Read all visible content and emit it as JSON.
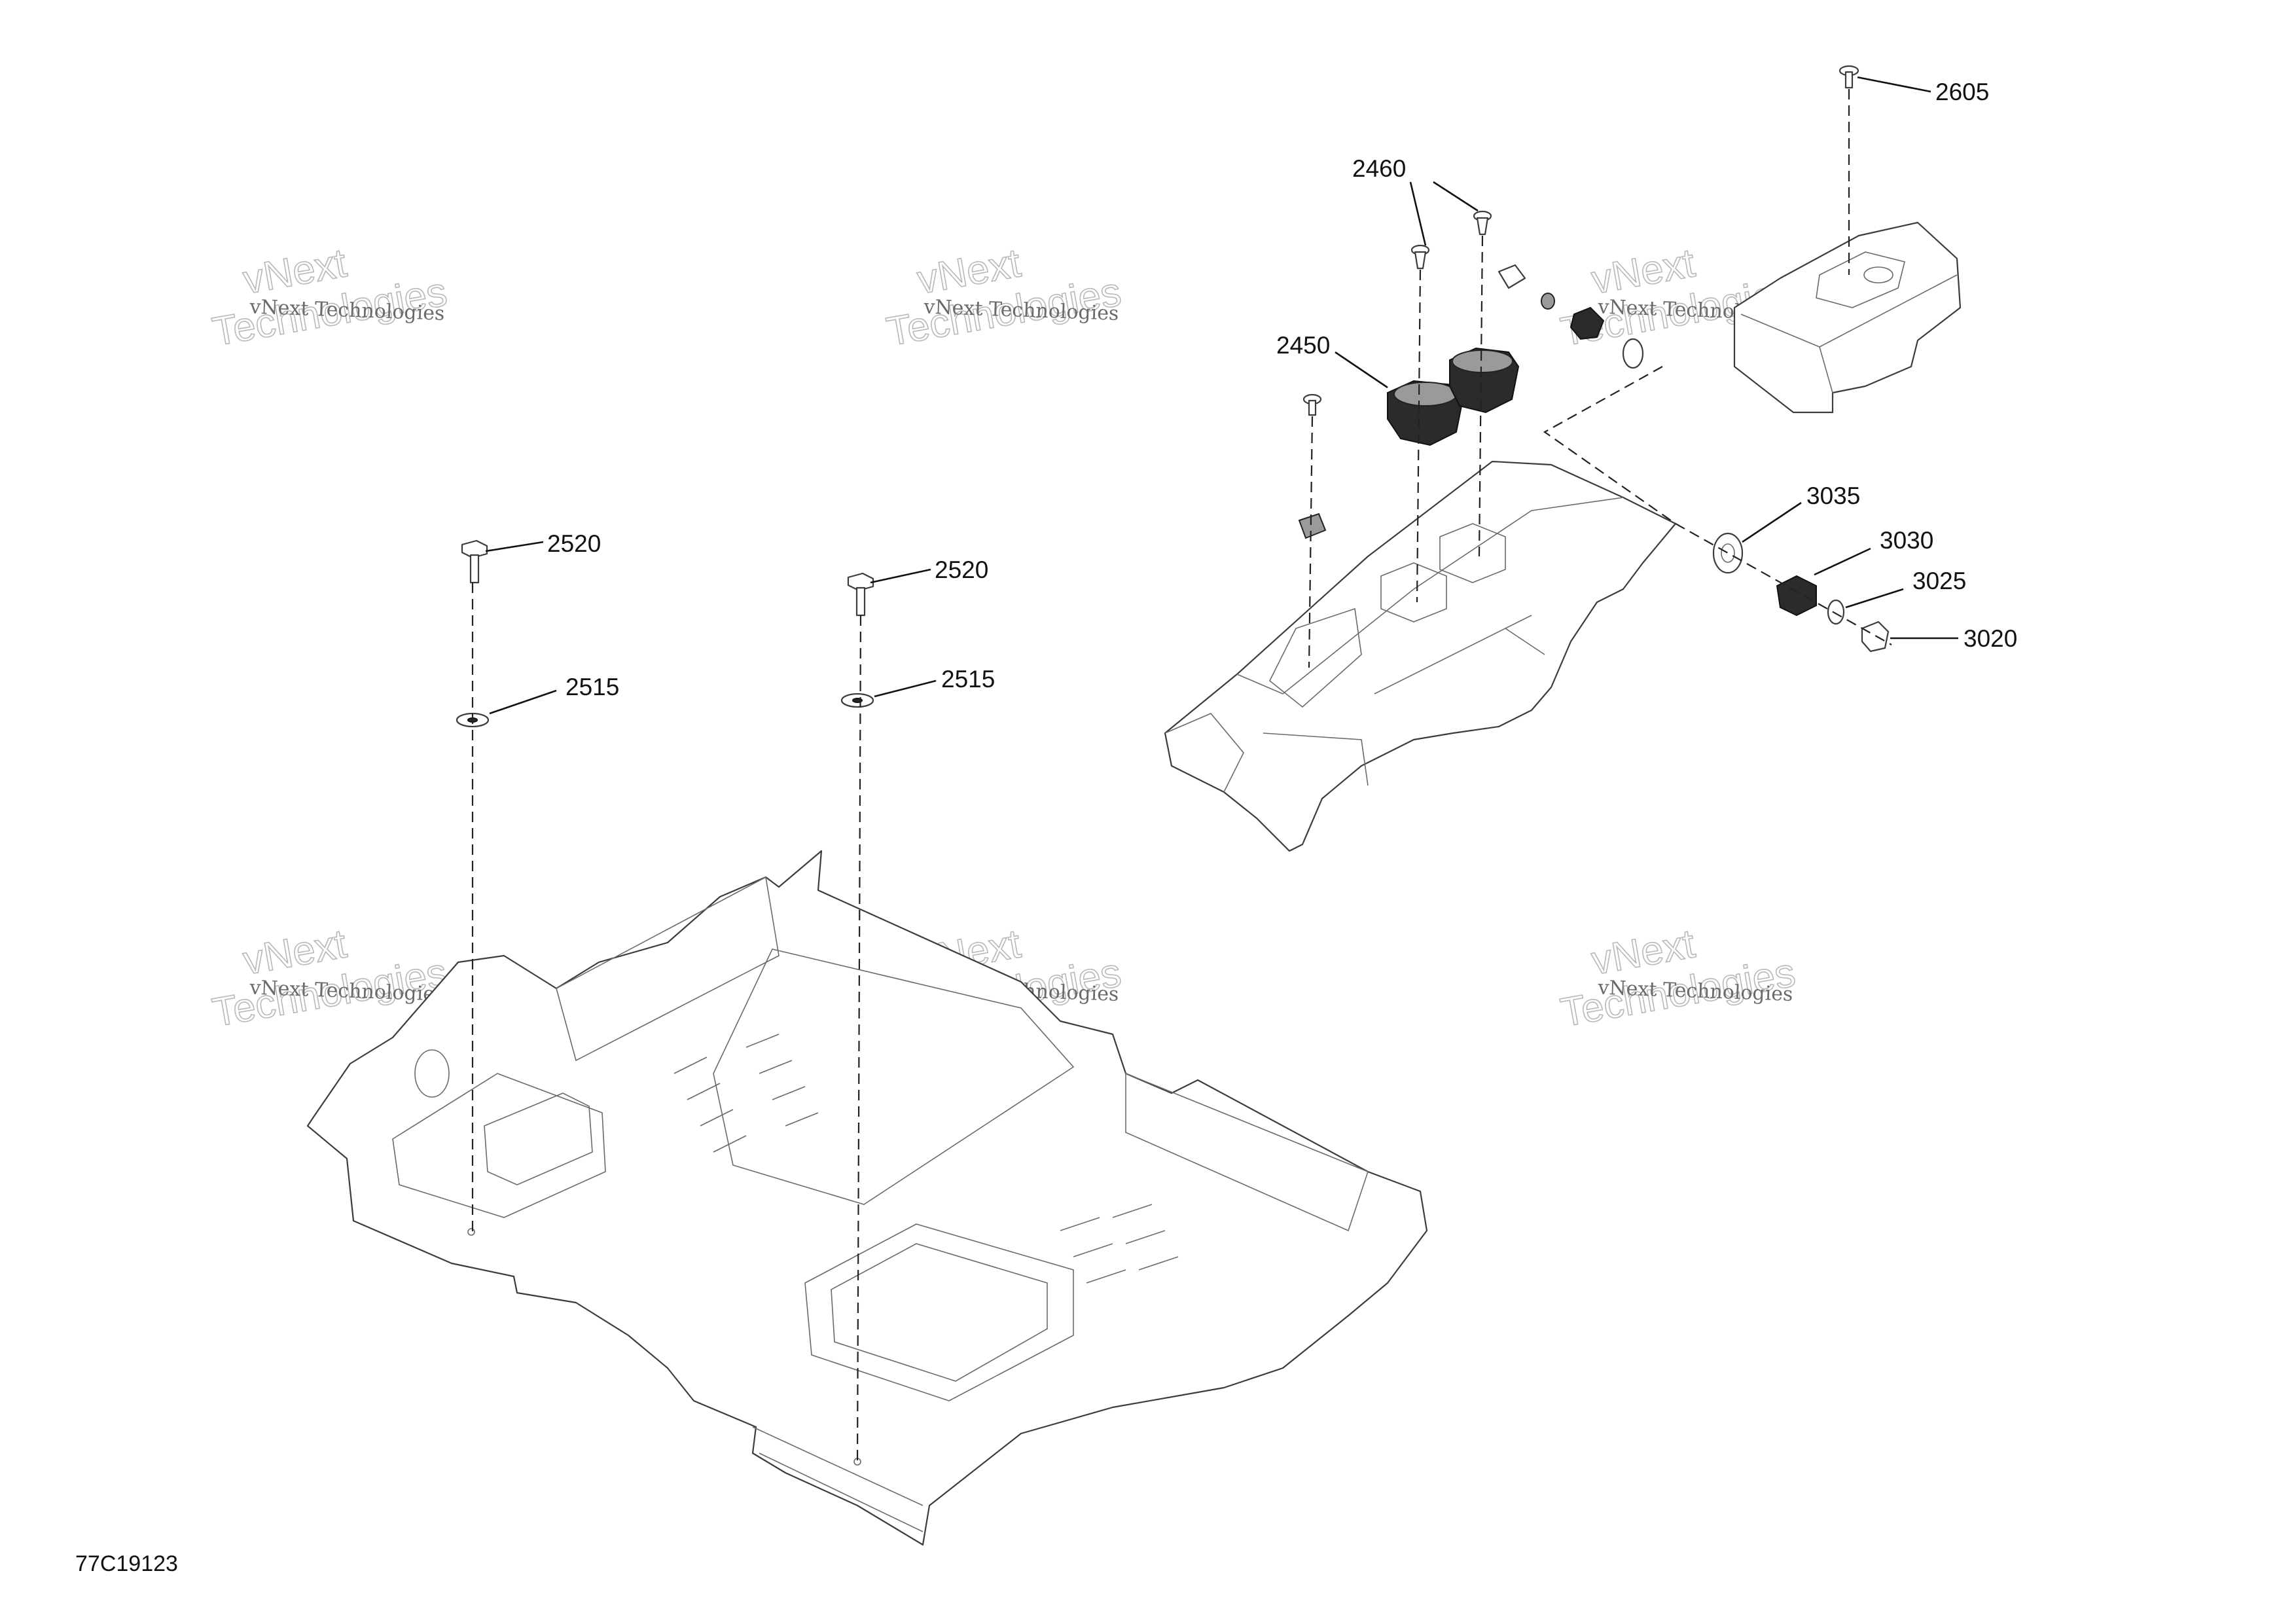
{
  "figure_id": "77C19123",
  "watermark": {
    "line1": "vNext",
    "line2": "Technologies",
    "line3": "vNext Technologies"
  },
  "callouts": [
    {
      "id": "c2605",
      "label": "2605"
    },
    {
      "id": "c2460",
      "label": "2460"
    },
    {
      "id": "c2450",
      "label": "2450"
    },
    {
      "id": "c2520a",
      "label": "2520"
    },
    {
      "id": "c2520b",
      "label": "2520"
    },
    {
      "id": "c2515a",
      "label": "2515"
    },
    {
      "id": "c2515b",
      "label": "2515"
    },
    {
      "id": "c3035",
      "label": "3035"
    },
    {
      "id": "c3030",
      "label": "3030"
    },
    {
      "id": "c3025",
      "label": "3025"
    },
    {
      "id": "c3020",
      "label": "3020"
    }
  ]
}
